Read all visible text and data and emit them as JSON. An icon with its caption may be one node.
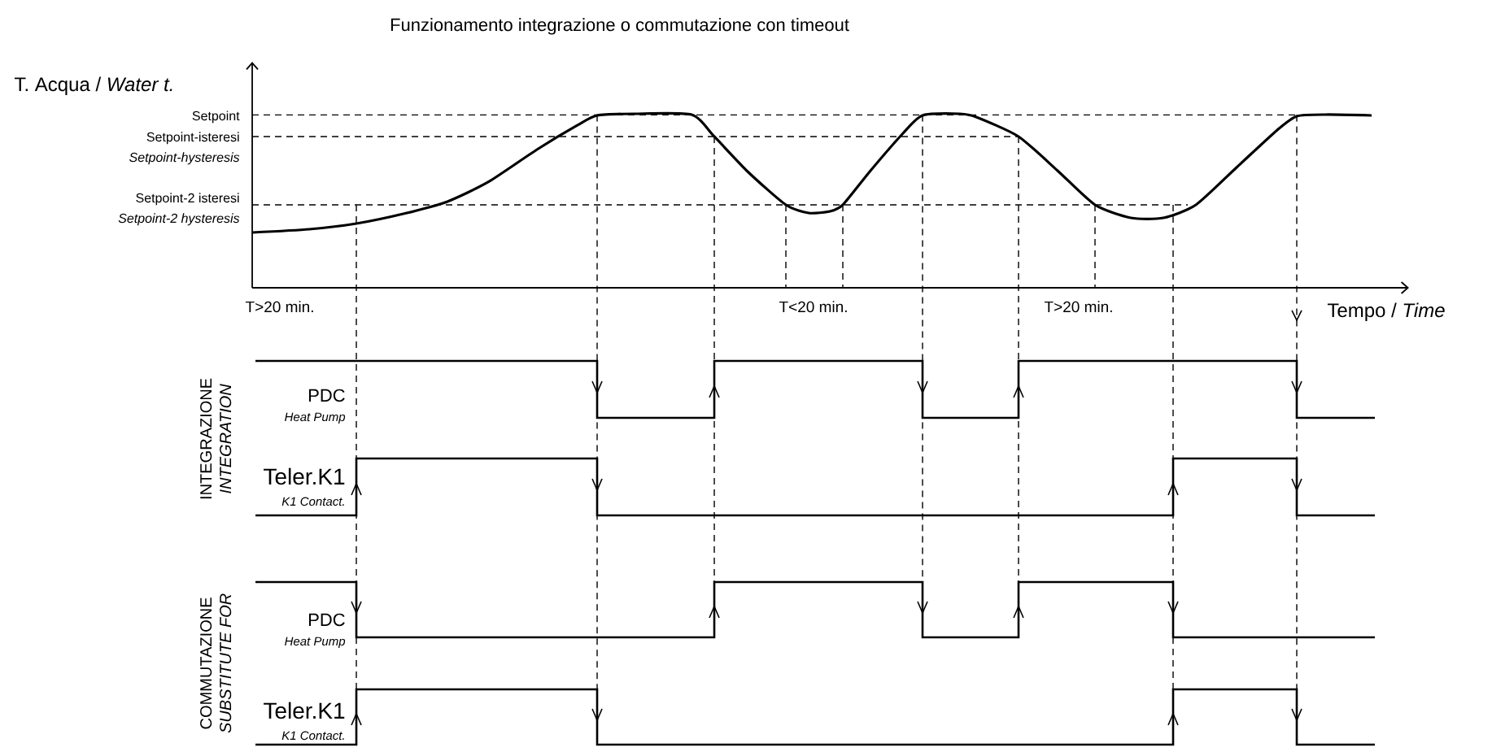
{
  "diagram": {
    "title": "Funzionamento integrazione o commutazione con timeout",
    "labels": [
      "T. Acqua / *Water t.*",
      "Setpoint",
      "Setpoint-isteresi",
      "Setpoint-hysteresis",
      "Setpoint-2 isteresi",
      "Setpoint-2 hysteresis",
      "T>20 min.",
      "T<20 min.",
      "T>20 min.",
      "Tempo / *Time*",
      "INTEGRAZIONE",
      "INTEGRATION",
      "PDC",
      "Heat Pump",
      "Teler.K1",
      "K1 Contact.",
      "COMMUTAZIONE",
      "SUBSTITUTE FOR",
      "PDC",
      "Heat Pump",
      "Teler.K1",
      "K1 Contact."
    ]
  }
}
